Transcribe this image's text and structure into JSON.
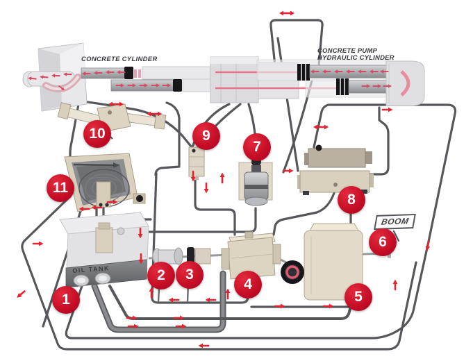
{
  "diagram": {
    "labels": {
      "concrete_cylinder": "CONCRETE CYLINDER",
      "pump_cylinder_line1": "CONCRETE PUMP",
      "pump_cylinder_line2": "HYDRAULIC CYLINDER",
      "oil_tank": "OIL TANK",
      "boom": "BOOM"
    },
    "callouts": [
      {
        "number": "1"
      },
      {
        "number": "2"
      },
      {
        "number": "3"
      },
      {
        "number": "4"
      },
      {
        "number": "5"
      },
      {
        "number": "6"
      },
      {
        "number": "7"
      },
      {
        "number": "8"
      },
      {
        "number": "9"
      },
      {
        "number": "10"
      },
      {
        "number": "11"
      }
    ],
    "icons": {
      "flow_arrow": "→",
      "flow_arrow_double": "↔"
    },
    "colors": {
      "callout_red": "#c60f27",
      "arrow_red": "#e32330",
      "cylinder_arrow_red": "#d64a63",
      "pipe_gray": "#56575b",
      "component_beige": "#ddd4c1",
      "cylinder_gray": "#c8c9cd",
      "rod_pink": "#e87f97"
    }
  }
}
